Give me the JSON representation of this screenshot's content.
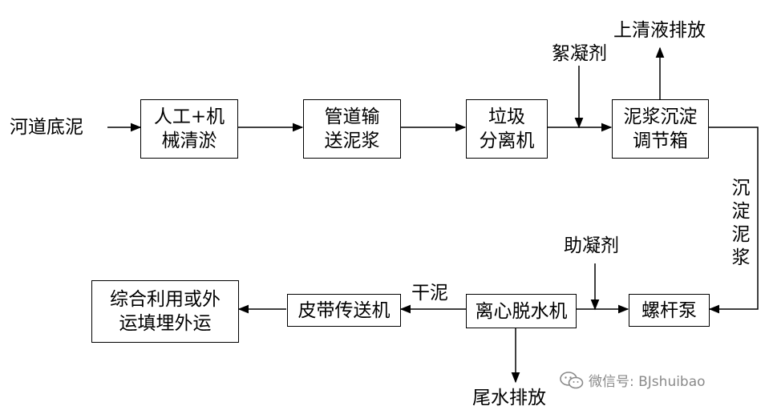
{
  "boxes": {
    "manual_dredge": [
      "人工+机",
      "械清淤"
    ],
    "pipe_transport": [
      "管道输",
      "送泥浆"
    ],
    "garbage_separator": [
      "垃圾",
      "分离机"
    ],
    "sediment_tank": [
      "泥浆沉淀",
      "调节箱"
    ],
    "screw_pump": [
      "螺杆泵"
    ],
    "centrifuge": [
      "离心脱水机"
    ],
    "belt_conveyor": [
      "皮带传送机"
    ],
    "final_use": [
      "综合利用或外",
      "运填埋外运"
    ]
  },
  "labels": {
    "source": "河道底泥",
    "flocculant": "絮凝剂",
    "supernatant": "上清液排放",
    "settled_slurry": "沉淀泥浆",
    "coagulant_aid": "助凝剂",
    "dry_sludge": "干泥",
    "tail_water": "尾水排放"
  },
  "watermark": {
    "text": "微信号: BJshuibao",
    "icon": "wechat-icon",
    "color": "#8a8a8a"
  }
}
